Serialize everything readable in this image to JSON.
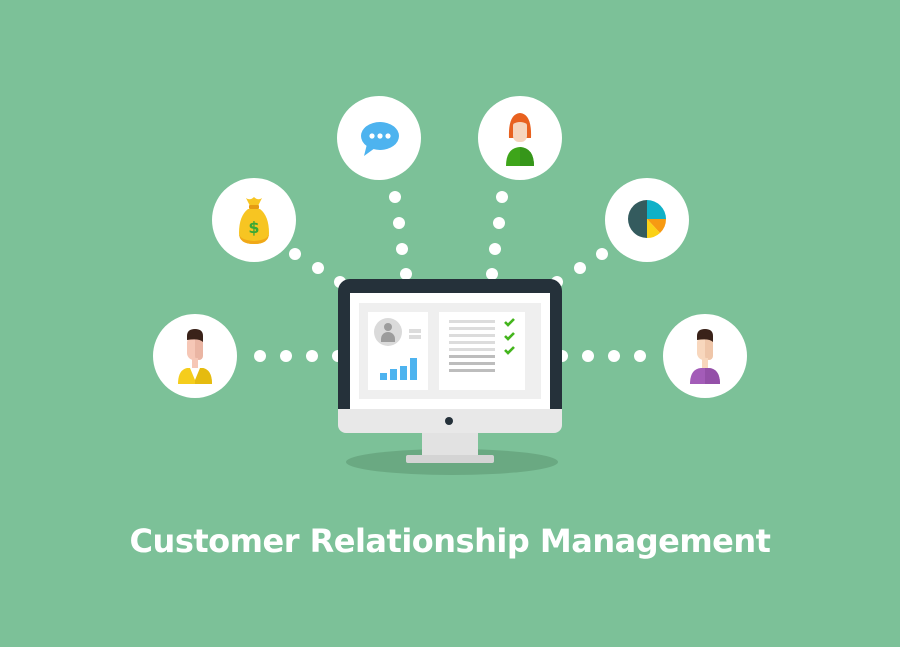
{
  "title": "Customer Relationship Management",
  "colors": {
    "background": "#7cc198",
    "monitor_frame": "#25313a",
    "screen": "#ffffff",
    "panel": "#efefef",
    "chart_blue": "#4db3ef",
    "check_green": "#44b51d",
    "money_bag": "#f7c522",
    "chat_blue": "#4db3ef",
    "woman_hair": "#e8611f",
    "woman_shirt": "#3ea51a",
    "man_yellow": "#f5cd1c",
    "man_purple": "#9b59b6",
    "pie_dark": "#345b5e",
    "pie_teal": "#0fb1c8",
    "pie_orange": "#f79a12",
    "pie_yellow": "#fbd116"
  },
  "icons": [
    {
      "name": "man-yellow-suit-icon"
    },
    {
      "name": "money-bag-icon",
      "symbol": "$"
    },
    {
      "name": "chat-bubble-icon"
    },
    {
      "name": "woman-green-icon"
    },
    {
      "name": "pie-chart-icon"
    },
    {
      "name": "man-purple-icon"
    }
  ],
  "monitor": {
    "left_card": {
      "avatar": "user-avatar-icon",
      "bars": [
        7,
        11,
        14,
        22
      ]
    },
    "right_card": {
      "checks": 3,
      "lines": 8
    }
  }
}
